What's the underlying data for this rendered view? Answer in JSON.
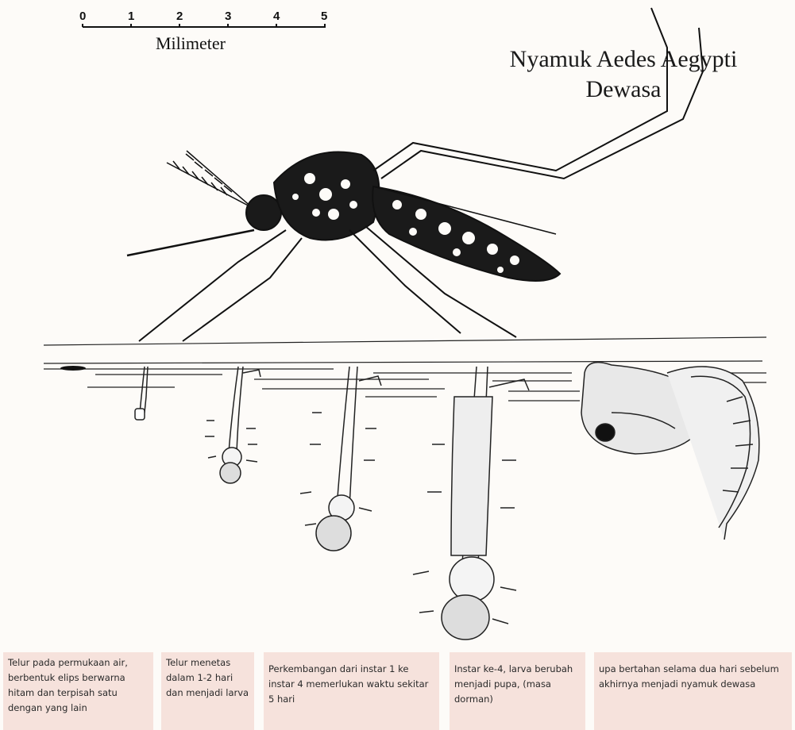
{
  "scale": {
    "ticks": [
      "0",
      "1",
      "2",
      "3",
      "4",
      "5"
    ],
    "unit": "Milimeter"
  },
  "title": {
    "line1": "Nyamuk Aedes Aegypti",
    "line2": "Dewasa"
  },
  "stages": [
    {
      "caption": "Telur pada permukaan air, berbentuk elips berwarna hitam dan terpisah satu dengan yang lain"
    },
    {
      "caption": "Telur menetas dalam 1-2 hari dan menjadi larva"
    },
    {
      "caption": "Perkembangan dari instar 1 ke instar 4 memerlukan waktu sekitar 5 hari"
    },
    {
      "caption": "Instar ke-4, larva berubah menjadi pupa, (masa dorman)"
    },
    {
      "caption": "upa bertahan selama dua hari sebelum akhirnya menjadi nyamuk dewasa"
    }
  ],
  "colors": {
    "ink": "#111111",
    "caption_bg": "#f6e2dc",
    "paper": "#fdfbf8"
  }
}
